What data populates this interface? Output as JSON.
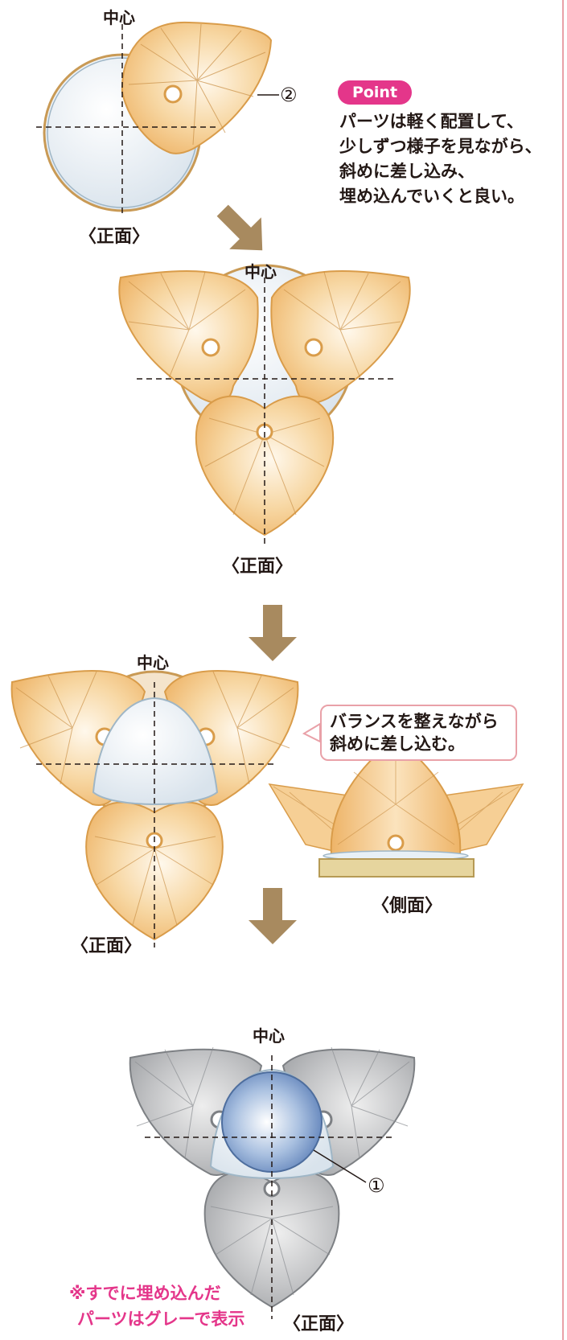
{
  "labels": {
    "center": "中心",
    "front_view": "〈正面〉",
    "side_view": "〈側面〉",
    "part_2": "②",
    "part_1": "①"
  },
  "point": {
    "badge": "Point",
    "lines": [
      "パーツは軽く配置して、",
      "少しずつ様子を見ながら、",
      "斜めに差し込み、",
      "埋め込んでいくと良い。"
    ]
  },
  "callout": {
    "lines": [
      "バランスを整えながら",
      "斜めに差し込む。"
    ]
  },
  "note": {
    "lines": [
      "※すでに埋め込んだ",
      "パーツはグレーで表示"
    ]
  },
  "colors": {
    "petal": "#f2c27e",
    "petal_light": "#fff6e6",
    "petal_stroke": "#d99c4a",
    "base": "#e8f0f6",
    "base_stroke": "#9fb6c6",
    "arrow": "#a88a5f",
    "grey_petal": "#b9bbbd",
    "grey_stroke": "#7d8084",
    "sphere": "#6f93c6",
    "accent_pink": "#e4368a",
    "callout_border": "#e9a1a8"
  }
}
